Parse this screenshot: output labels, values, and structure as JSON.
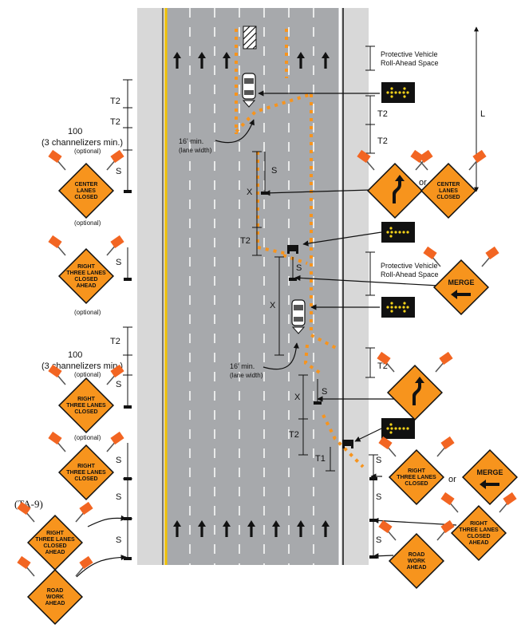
{
  "figure_label": "(TA-9)",
  "colors": {
    "road": "#a7a9ac",
    "shoulder": "#d8d8d8",
    "edge_yellow": "#f2c200",
    "channel_orange": "#f7941d",
    "sign_orange": "#f7941d",
    "arrow_board": "#111111",
    "arrow_light": "#f6d31a"
  },
  "icons": [
    "arrow-up-icon",
    "car-icon",
    "truck-icon",
    "arrow-board-icon",
    "lane-shift-icon",
    "merge-arrow-icon"
  ],
  "dimension_labels": {
    "T2": "T2",
    "S": "S",
    "X": "X",
    "T1": "T1",
    "L": "L",
    "channelizers_100": "100",
    "channelizers_note": "(3 channelizers min.)",
    "optional": "(optional)",
    "min_16": "16' min.",
    "lane_width": "(lane width)",
    "or": "or",
    "protective_vehicle_1": "Protective Vehicle",
    "protective_vehicle_2": "Roll-Ahead Space"
  },
  "signs": {
    "center_lanes_closed": [
      "CENTER",
      "LANES",
      "CLOSED"
    ],
    "right_three_lanes_closed_ahead": [
      "RIGHT",
      "THREE LANES",
      "CLOSED",
      "AHEAD"
    ],
    "right_three_lanes_closed": [
      "RIGHT",
      "THREE LANES",
      "CLOSED"
    ],
    "road_work_ahead": [
      "ROAD",
      "WORK",
      "AHEAD"
    ],
    "merge": "MERGE"
  }
}
